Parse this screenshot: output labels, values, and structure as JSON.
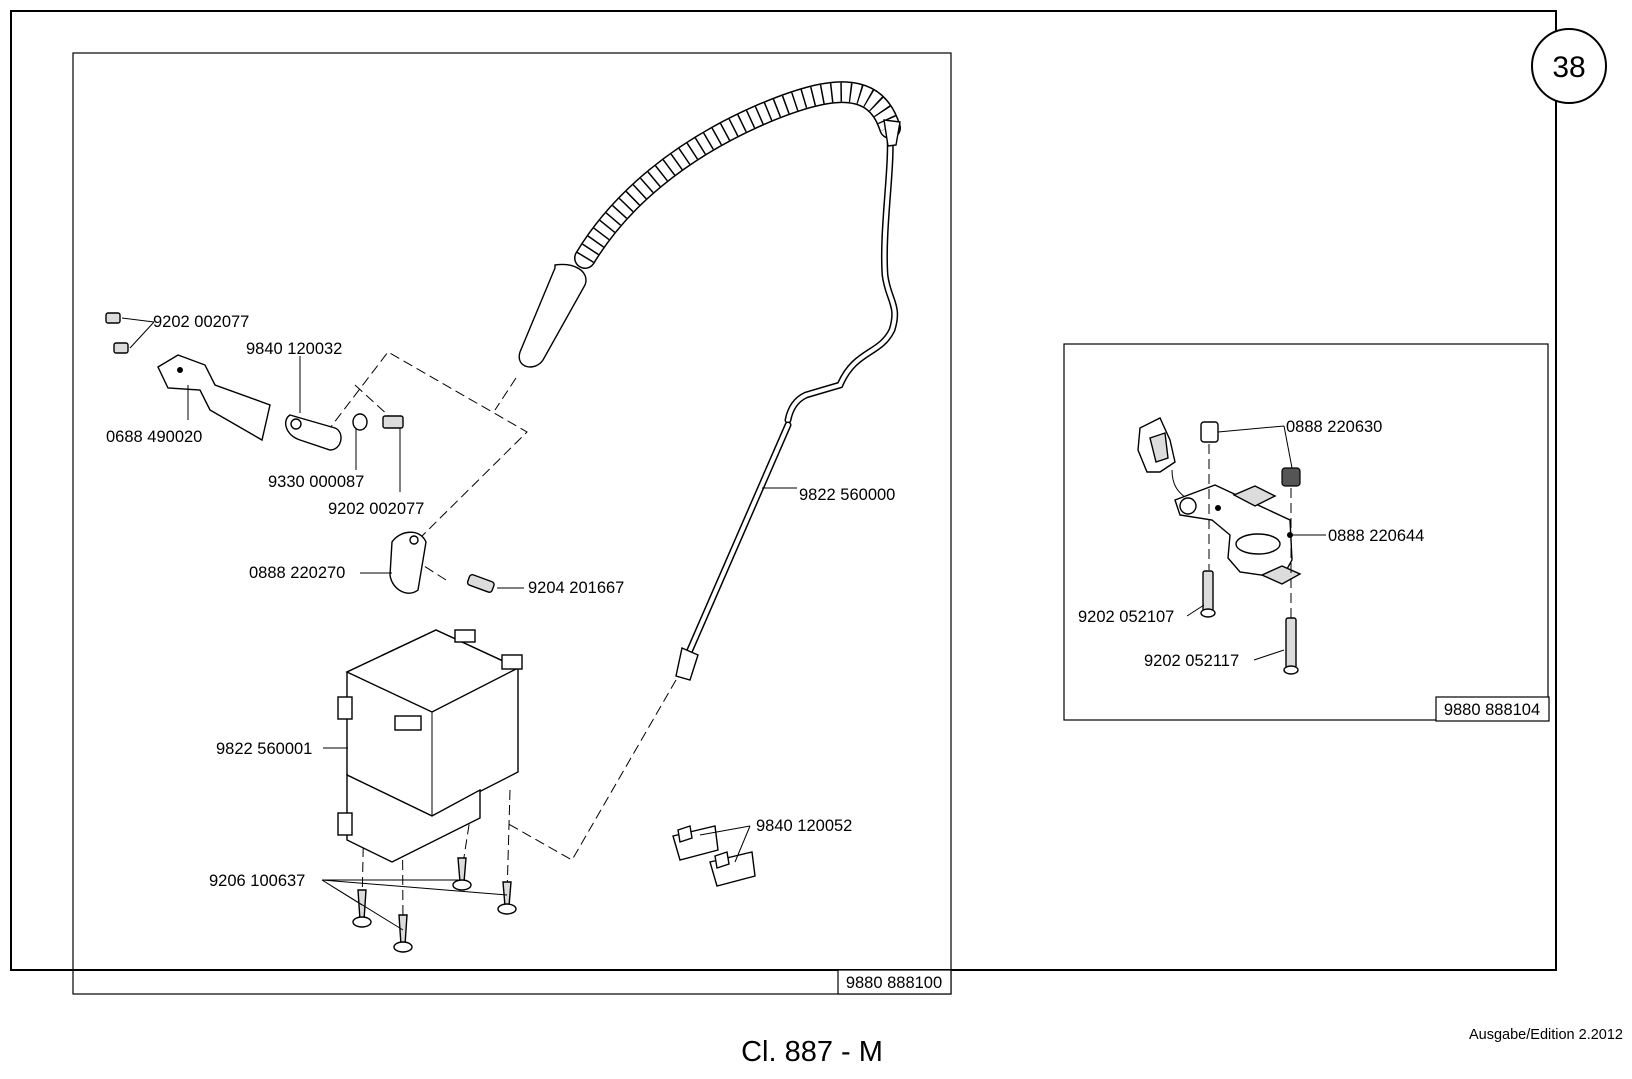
{
  "sheet": {
    "page_number": "38",
    "title": "Cl. 887 - M",
    "edition": "Ausgabe/Edition  2.2012"
  },
  "main_panel": {
    "assembly_number": "9880 888100",
    "labels": [
      {
        "key": "screw_top_1",
        "text": "9202 002077"
      },
      {
        "key": "clamp_holder",
        "text": "9840 120032"
      },
      {
        "key": "bracket",
        "text": "0688 490020"
      },
      {
        "key": "washer",
        "text": "9330 000087"
      },
      {
        "key": "screw_top_2",
        "text": "9202 002077"
      },
      {
        "key": "cable_clip",
        "text": "0888 220270"
      },
      {
        "key": "clip_screw",
        "text": "9204 201667"
      },
      {
        "key": "cable",
        "text": "9822 560000"
      },
      {
        "key": "control_box",
        "text": "9822 560001"
      },
      {
        "key": "box_screws",
        "text": "9206 100637"
      },
      {
        "key": "cable_holders",
        "text": "9840 120052"
      }
    ]
  },
  "side_panel": {
    "assembly_number": "9880 888104",
    "labels": [
      {
        "key": "spacer",
        "text": "0888 220630"
      },
      {
        "key": "plate",
        "text": "0888 220644"
      },
      {
        "key": "screw_short",
        "text": "9202 052107"
      },
      {
        "key": "screw_long",
        "text": "9202 052117"
      }
    ]
  }
}
